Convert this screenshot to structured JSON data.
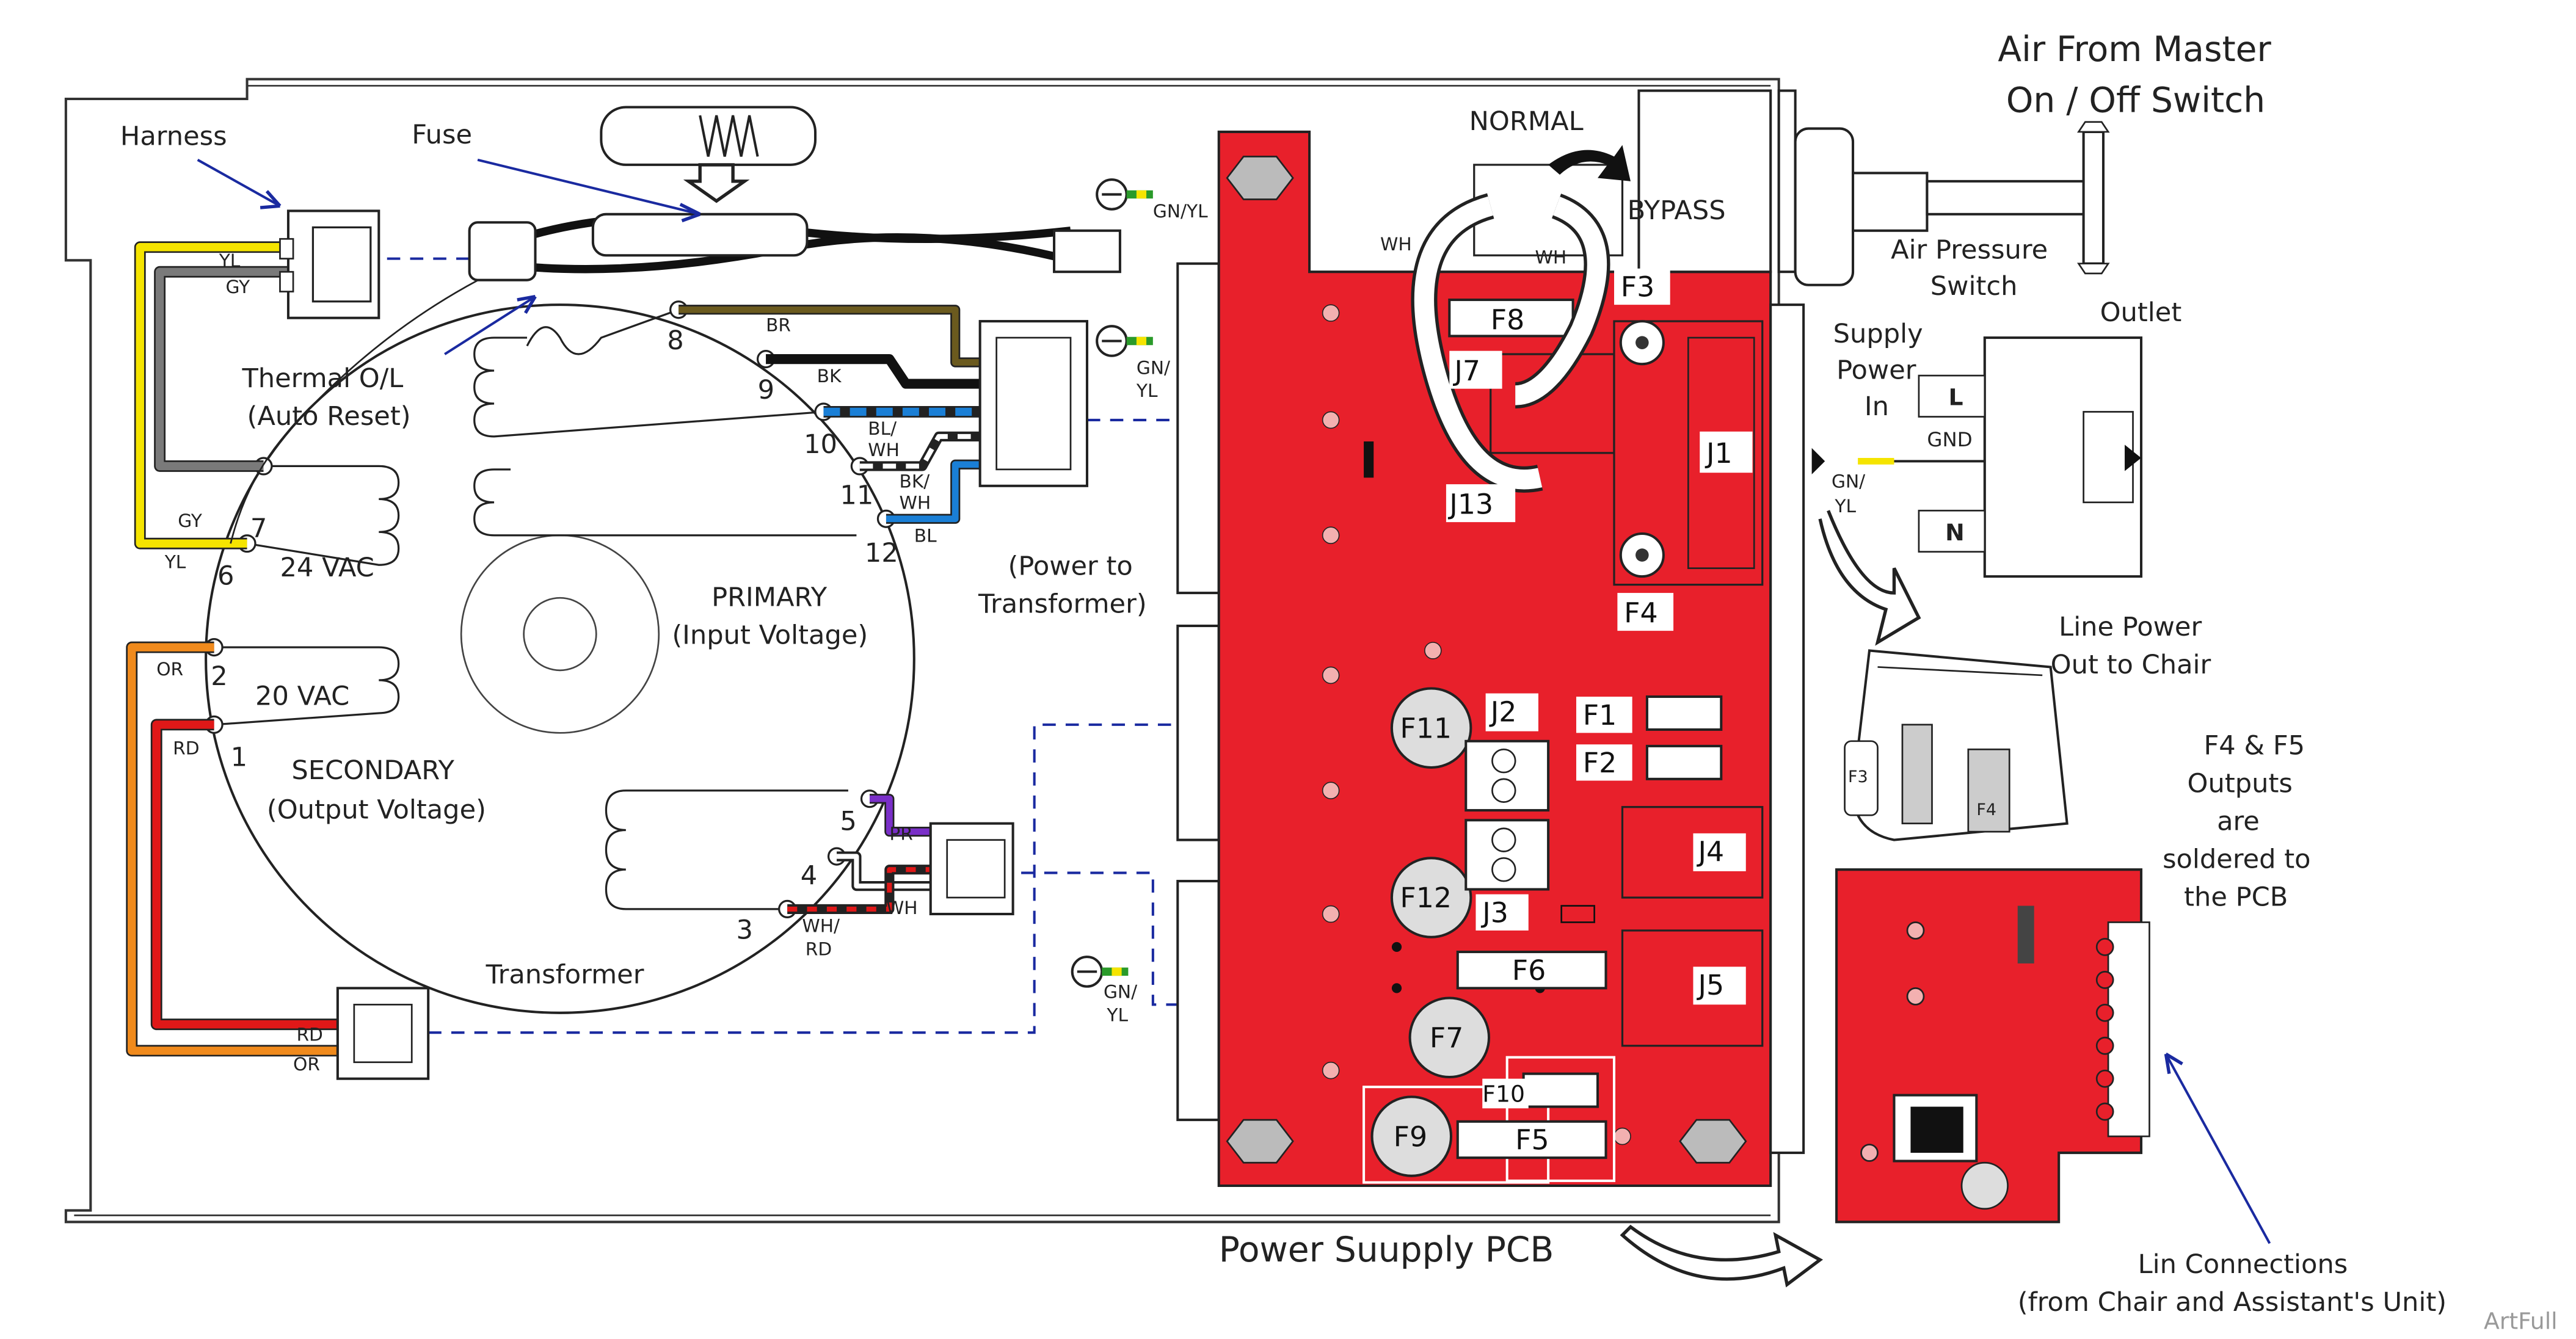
{
  "labels": {
    "harness": "Harness",
    "fuse": "Fuse",
    "thermal_line1": "Thermal O/L",
    "thermal_line2": "(Auto Reset)",
    "vac24": "24 VAC",
    "vac20": "20 VAC",
    "primary_line1": "PRIMARY",
    "primary_line2": "(Input Voltage)",
    "secondary_line1": "SECONDARY",
    "secondary_line2": "(Output Voltage)",
    "transformer": "Transformer",
    "power_to_line1": "(Power to",
    "power_to_line2": "Transformer)",
    "pcb": "Power Suupply PCB",
    "normal": "NORMAL",
    "bypass": "BYPASS",
    "air_line1": "Air From Master",
    "air_line2": "On / Off Switch",
    "aps_line1": "Air Pressure",
    "aps_line2": "Switch",
    "outlet": "Outlet",
    "supply_line1": "Supply",
    "supply_line2": "Power",
    "supply_line3": "In",
    "line_out1": "Line Power",
    "line_out2": "Out to Chair",
    "f4f5_line1": "F4 & F5",
    "f4f5_line2": "Outputs",
    "f4f5_line3": "are",
    "f4f5_line4": "soldered to",
    "f4f5_line5": "the PCB",
    "lin_line1": "Lin Connections",
    "lin_line2": "(from Chair and Assistant's Unit)",
    "artfull": "ArtFull",
    "outlet_L": "L",
    "outlet_N": "N",
    "outlet_GND": "GND",
    "fuse_f3_small": "F3",
    "fuse_f4_small": "F4"
  },
  "wire_codes": {
    "yl": "YL",
    "gy": "GY",
    "gy2": "GY",
    "yl2": "YL",
    "or": "OR",
    "rd": "RD",
    "rd2": "RD",
    "or2": "OR",
    "br": "BR",
    "bk": "BK",
    "blwh_1": "BL/",
    "blwh_2": "WH",
    "bkwh_1": "BK/",
    "bkwh_2": "WH",
    "bl": "BL",
    "pr": "PR",
    "wh": "WH",
    "whrd_1": "WH/",
    "whrd_2": "RD",
    "gnyl_a1": "GN/YL",
    "gnyl_b1": "GN/",
    "gnyl_b2": "YL",
    "gnyl_c1": "GN/",
    "gnyl_c2": "YL",
    "gnyl_d1": "GN/",
    "gnyl_d2": "YL",
    "wh_left": "WH",
    "wh_right": "WH"
  },
  "pins": [
    "1",
    "2",
    "3",
    "4",
    "5",
    "6",
    "7",
    "8",
    "9",
    "10",
    "11",
    "12"
  ],
  "components": {
    "F1": "F1",
    "F2": "F2",
    "F3": "F3",
    "F4": "F4",
    "F5": "F5",
    "F6": "F6",
    "F7": "F7",
    "F8": "F8",
    "F9": "F9",
    "F10": "F10",
    "F11": "F11",
    "F12": "F12",
    "J1": "J1",
    "J2": "J2",
    "J3": "J3",
    "J4": "J4",
    "J5": "J5",
    "J7": "J7",
    "J13": "J13"
  },
  "colors": {
    "pcb": "#e8202b",
    "yellow": "#f5e400",
    "gray": "#7a7a7a",
    "orange": "#f08a1c",
    "red": "#e01818",
    "brown": "#6b5a1e",
    "black": "#111111",
    "blue": "#1a7fd6",
    "purple": "#7a2fc8",
    "dashed": "#1a2aa0",
    "green": "#2a9a2a"
  }
}
